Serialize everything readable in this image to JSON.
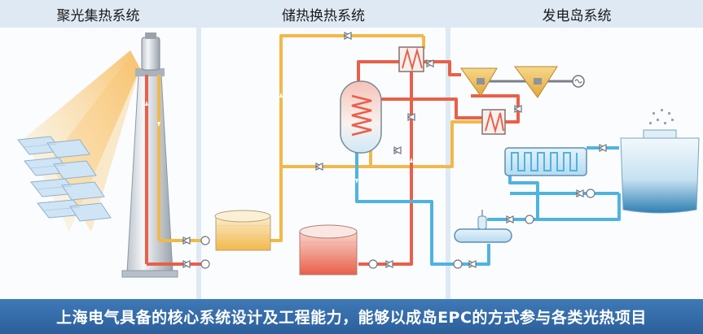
{
  "sections": [
    {
      "title": "聚光集热系统"
    },
    {
      "title": "储热换热系统"
    },
    {
      "title": "发电岛系统"
    }
  ],
  "footer": {
    "text": "上海电气具备的核心系统设计及工程能力，能够以成岛EPC的方式参与各类光热项目"
  },
  "colors": {
    "hot_pipe": "#e8604a",
    "cold_pipe": "#f2b84a",
    "water_pipe": "#4fb3e0",
    "header_band": "#dfe9f3",
    "footer_band": "#3a72b0"
  }
}
